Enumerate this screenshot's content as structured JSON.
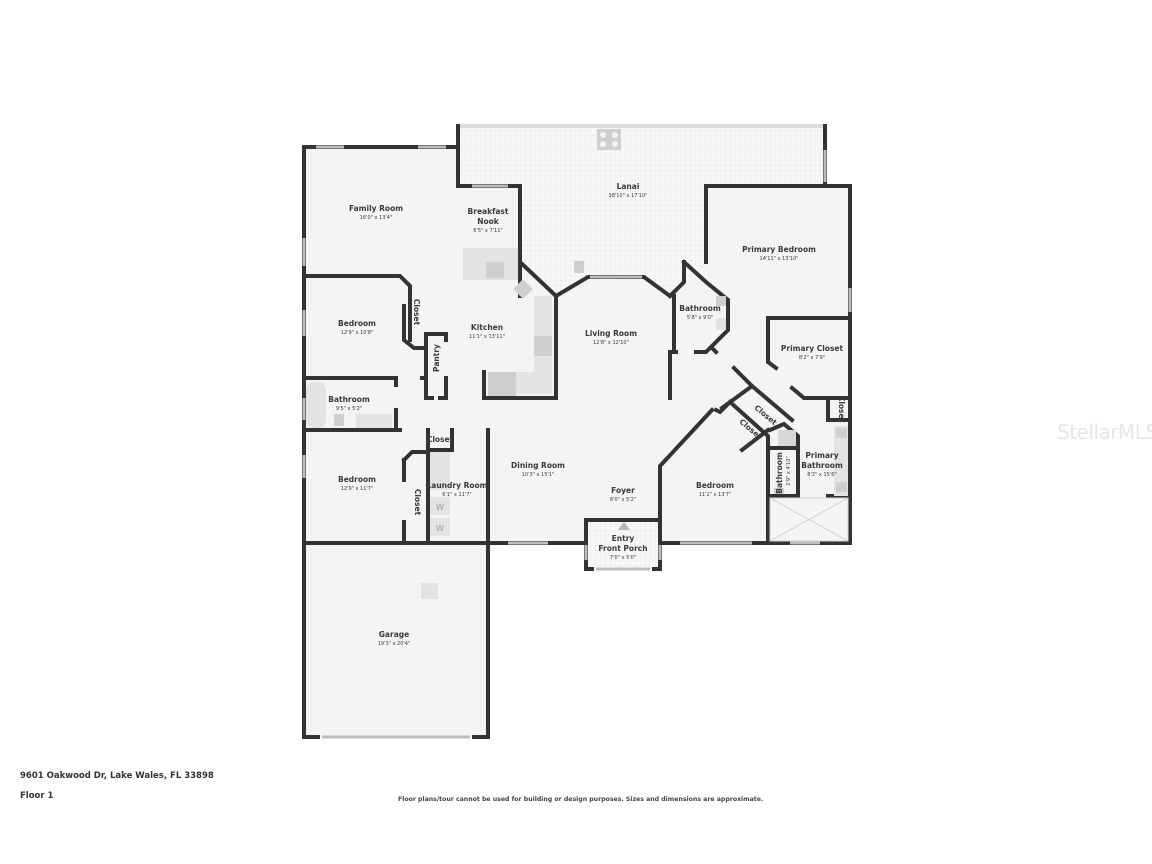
{
  "footer": {
    "address": "9601 Oakwood Dr, Lake Wales, FL 33898",
    "floor": "Floor 1",
    "disclaimer": "Floor plans/tour cannot be used for building or design purposes. Sizes and dimensions are approximate."
  },
  "watermark": "StellarMLS",
  "rooms": {
    "lanai": {
      "name": "Lanai",
      "dim": "38'10\" x 17'10\""
    },
    "family_room": {
      "name": "Family Room",
      "dim": "16'0\" x 13'4\""
    },
    "breakfast_nook": {
      "name1": "Breakfast",
      "name2": "Nook",
      "dim": "6'5\" x 7'11\""
    },
    "primary_bedroom": {
      "name": "Primary Bedroom",
      "dim": "14'11\" x 13'10\""
    },
    "bedroom_1": {
      "name": "Bedroom",
      "dim": "12'9\" x 10'8\""
    },
    "closet_1": {
      "name": "Closet"
    },
    "kitchen": {
      "name": "Kitchen",
      "dim": "11'1\" x 13'11\""
    },
    "pantry": {
      "name": "Pantry"
    },
    "living_room": {
      "name": "Living Room",
      "dim": "12'8\" x 12'10\""
    },
    "bathroom_center": {
      "name": "Bathroom",
      "dim": "5'8\" x 9'0\""
    },
    "primary_closet": {
      "name": "Primary Closet",
      "dim": "8'2\" x 7'9\""
    },
    "bathroom_1": {
      "name": "Bathroom",
      "dim": "9'5\" x 5'2\""
    },
    "closet_2": {
      "name": "Closet"
    },
    "closet_3": {
      "name": "Closet"
    },
    "closet_4": {
      "name": "Closet"
    },
    "closet_5": {
      "name": "Closet"
    },
    "closet_6": {
      "name": "Closet"
    },
    "bedroom_2": {
      "name": "Bedroom",
      "dim": "12'9\" x 11'7\""
    },
    "laundry_room": {
      "name": "Laundry Room",
      "dim": "6'1\" x 11'7\""
    },
    "dining_room": {
      "name": "Dining Room",
      "dim": "10'3\" x 15'1\""
    },
    "foyer": {
      "name": "Foyer",
      "dim": "8'0\" x 5'2\""
    },
    "bedroom_3": {
      "name": "Bedroom",
      "dim": "11'2\" x 13'7\""
    },
    "bathroom_small": {
      "name": "Bathroom",
      "dim": "2'9\" x 4'10\""
    },
    "primary_bathroom": {
      "name1": "Primary",
      "name2": "Bathroom",
      "dim": "8'2\" x 15'6\""
    },
    "entry": {
      "name1": "Entry",
      "name2": "Front Porch",
      "dim": "7'0\" x 5'0\""
    },
    "garage": {
      "name": "Garage",
      "dim": "19'3\" x 20'4\""
    }
  },
  "appliances": {
    "washer_label": "W",
    "dryer_label": "W"
  }
}
